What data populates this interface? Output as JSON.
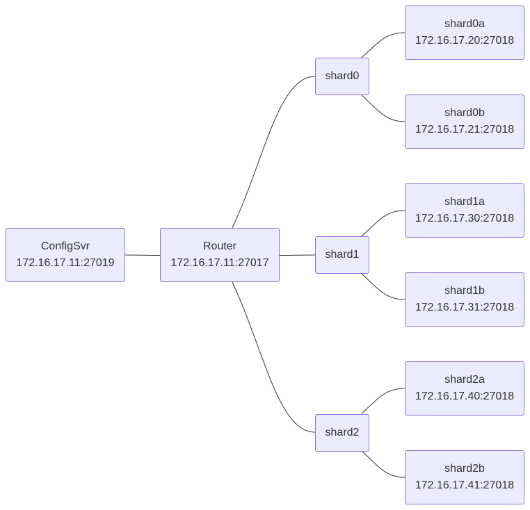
{
  "nodes": {
    "configsvr": {
      "name": "ConfigSvr",
      "address": "172.16.17.11:27019"
    },
    "router": {
      "name": "Router",
      "address": "172.16.17.11:27017"
    },
    "shard0": {
      "name": "shard0"
    },
    "shard1": {
      "name": "shard1"
    },
    "shard2": {
      "name": "shard2"
    },
    "shard0a": {
      "name": "shard0a",
      "address": "172.16.17.20:27018"
    },
    "shard0b": {
      "name": "shard0b",
      "address": "172.16.17.21:27018"
    },
    "shard1a": {
      "name": "shard1a",
      "address": "172.16.17.30:27018"
    },
    "shard1b": {
      "name": "shard1b",
      "address": "172.16.17.31:27018"
    },
    "shard2a": {
      "name": "shard2a",
      "address": "172.16.17.40:27018"
    },
    "shard2b": {
      "name": "shard2b",
      "address": "172.16.17.41:27018"
    }
  },
  "edges": [
    {
      "from": "configsvr",
      "to": "router"
    },
    {
      "from": "router",
      "to": "shard0"
    },
    {
      "from": "router",
      "to": "shard1"
    },
    {
      "from": "router",
      "to": "shard2"
    },
    {
      "from": "shard0",
      "to": "shard0a"
    },
    {
      "from": "shard0",
      "to": "shard0b"
    },
    {
      "from": "shard1",
      "to": "shard1a"
    },
    {
      "from": "shard1",
      "to": "shard1b"
    },
    {
      "from": "shard2",
      "to": "shard2a"
    },
    {
      "from": "shard2",
      "to": "shard2b"
    }
  ],
  "colors": {
    "node_fill": "#ECECFF",
    "node_border": "#9370DB",
    "edge": "#333333",
    "text": "#333333"
  }
}
